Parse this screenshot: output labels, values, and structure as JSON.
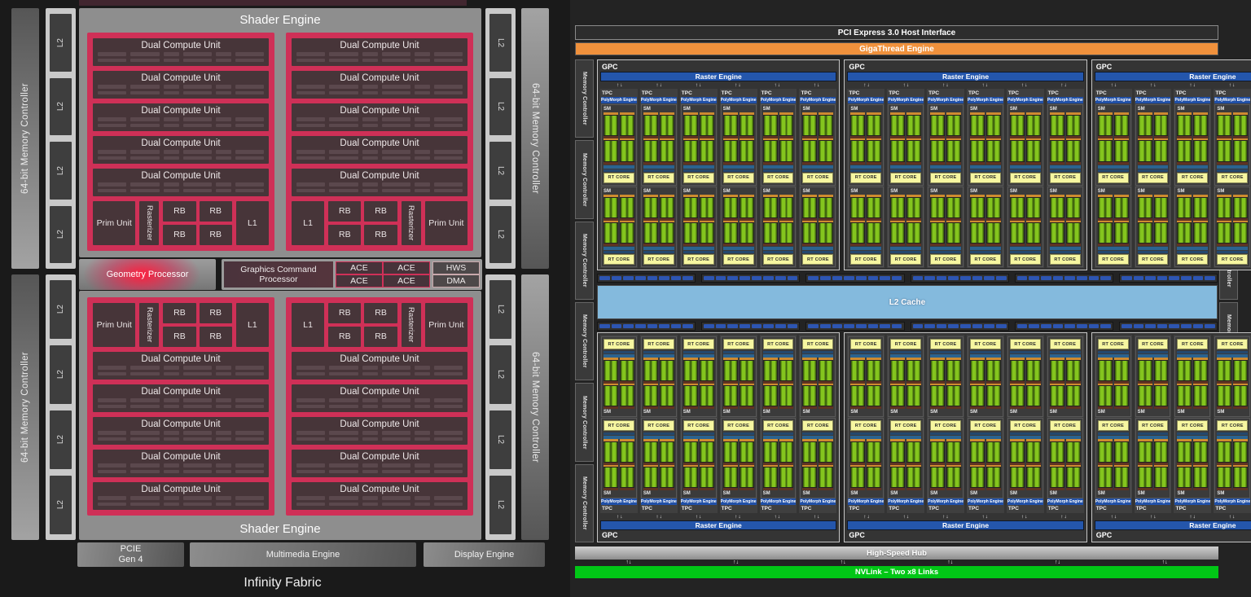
{
  "amd": {
    "infinity_fabric": "Infinity Fabric",
    "memory_controller": "64-bit Memory Controller",
    "l2": "L2",
    "shader_engine": "Shader Engine",
    "dual_compute_unit": "Dual Compute Unit",
    "prim_unit": "Prim Unit",
    "rasterizer": "Rasterizer",
    "rb": "RB",
    "l1": "L1",
    "geometry_processor": "Geometry Processor",
    "graphics_command_processor": "Graphics Command Processor",
    "ace": "ACE",
    "hws": "HWS",
    "dma": "DMA",
    "pcie_line1": "PCIE",
    "pcie_line2": "Gen 4",
    "multimedia_engine": "Multimedia Engine",
    "display_engine": "Display Engine",
    "counts": {
      "shader_engines": 2,
      "arrays_per_engine": 2,
      "dual_compute_units_per_array": 5,
      "rb_per_array": 4,
      "ace_units": 4,
      "l2_slices_per_strip": 4,
      "memory_controller_bars": 4
    },
    "colors": {
      "red": "#cf3057",
      "block_dark": "#473539",
      "block_stripe": "#5b484d",
      "panel_gray": "#8e8e8e",
      "l2_strip_gray": "#c9c9c9"
    }
  },
  "nvidia": {
    "pci": "PCI Express 3.0 Host Interface",
    "gigathread": "GigaThread Engine",
    "gpc": "GPC",
    "raster_engine": "Raster Engine",
    "tpc": "TPC",
    "polymorph_engine": "PolyMorph Engine",
    "sm": "SM",
    "rt_core": "RT CORE",
    "l2_cache": "L2 Cache",
    "memory_controller": "Memory Controller",
    "high_speed_hub": "High-Speed Hub",
    "nvlink": "NVLink – Two x8 Links",
    "arrow_pair": "↑↓",
    "counts": {
      "gpc_columns": 3,
      "gpc_rows": 2,
      "tpc_per_gpc": 6,
      "sm_per_tpc": 2,
      "rt_core_per_sm": 1,
      "memory_controllers_per_side": 6,
      "square_groups_per_row": 6,
      "squares_per_group": 8,
      "nvlink_arrow_pairs": 6
    },
    "colors": {
      "gigathread_orange": "#f0913c",
      "raster_blue": "#2456ac",
      "l2_cache_blue": "#84badd",
      "core_green_bright": "#84c51e",
      "core_green_dark": "#41660f",
      "rt_core_yellow": "#f6f6a0",
      "nvlink_green": "#01c716",
      "crossbar_square_blue": "#2d55b2"
    }
  }
}
